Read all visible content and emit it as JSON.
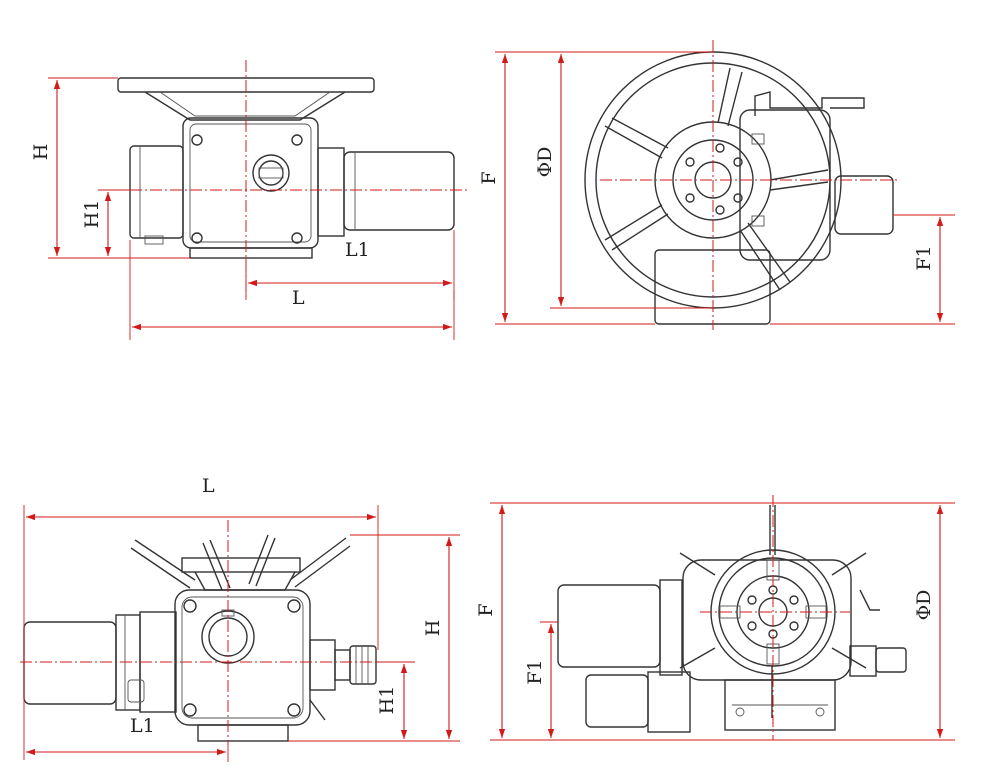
{
  "colors": {
    "dimension": "#d21a1a",
    "outline": "#333333"
  },
  "views": {
    "top_left": {
      "H": "H",
      "H1": "H1",
      "L1": "L1",
      "L": "L"
    },
    "top_right": {
      "F": "F",
      "D": "ΦD",
      "F1": "F1"
    },
    "bottom_left": {
      "L": "L",
      "H": "H",
      "H1": "H1",
      "L1": "L1"
    },
    "bottom_right": {
      "F": "F",
      "D": "ΦD",
      "F1": "F1"
    }
  }
}
